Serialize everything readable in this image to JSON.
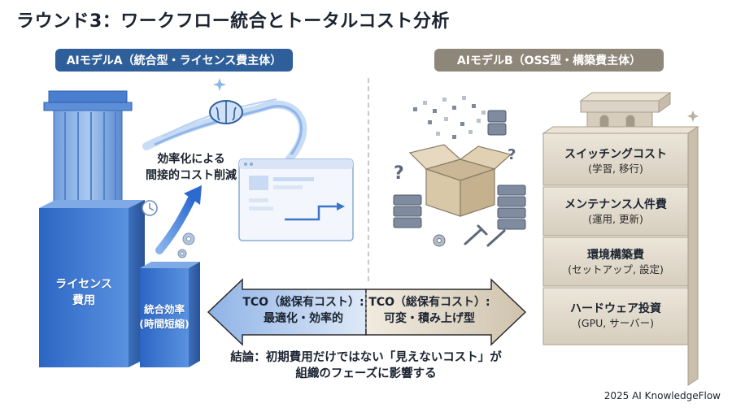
{
  "title": "ラウンド3：ワークフロー統合とトータルコスト分析",
  "model_a": {
    "header": "AIモデルA（統合型・ライセンス費主体）",
    "pillar_license": [
      "ライセンス",
      "費用"
    ],
    "pillar_efficiency": [
      "統合効率",
      "(時間短縮)"
    ],
    "efficiency_note": [
      "効率化による",
      "間接的コスト削減"
    ]
  },
  "model_b": {
    "header": "AIモデルB（OSS型・構築費主体）",
    "blocks": [
      {
        "title": "スイッチングコスト",
        "sub": "(学習, 移行)"
      },
      {
        "title": "メンテナンス人件費",
        "sub": "(運用, 更新)"
      },
      {
        "title": "環境構築費",
        "sub": "(セットアップ, 設定)"
      },
      {
        "title": "ハードウェア投資",
        "sub": "(GPU, サーバー)"
      }
    ]
  },
  "arrow": {
    "left": [
      "TCO（総保有コスト）:",
      "最適化・効率的"
    ],
    "right": [
      "TCO（総保有コスト）:",
      "可変・積み上げ型"
    ]
  },
  "conclusion": [
    "結論：初期費用だけではない「見えないコスト」が",
    "組織のフェーズに影響する"
  ],
  "credit": "2025 AI KnowledgeFlow",
  "colors": {
    "blue": "#2f5f9a",
    "taupe": "#8e8678",
    "stone": "#dcd4c6"
  }
}
